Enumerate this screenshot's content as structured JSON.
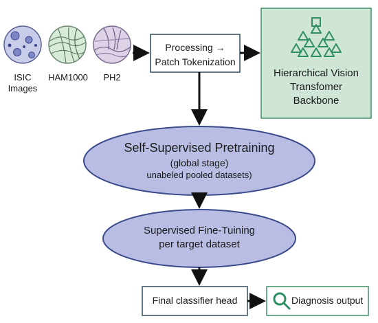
{
  "colors": {
    "ellipse_fill": "#b9bde3",
    "ellipse_stroke": "#3a4a8a",
    "backbone_fill": "#cfe6d6",
    "backbone_stroke": "#3d8f66",
    "triangle_stroke": "#2f8f64",
    "box_stroke": "#2e4a5a",
    "arrow": "#111111",
    "output_stroke": "#3d8f66",
    "magnifier": "#2f8f64"
  },
  "datasets": [
    {
      "label": "ISIC\nImages",
      "icon": "skin-lesion-cells-image"
    },
    {
      "label": "HAM1000",
      "icon": "skin-tissue-hair-image"
    },
    {
      "label": "PH2",
      "icon": "skin-layer-hair-image"
    }
  ],
  "processing": {
    "line1": "Processing",
    "line2": "Patch Tokenization",
    "arrow_glyph": "→"
  },
  "backbone": {
    "line1": "Hierarchical Vision",
    "line2": "Transfomer",
    "line3": "Backbone",
    "icon": "triangle-pyramid-icon"
  },
  "pretraining": {
    "title": "Self-Supervised Pretraining",
    "line2": "(global stage)",
    "line3": "unabeled pooled datasets)"
  },
  "finetuning": {
    "line1": "Supervised Fine-Tuining",
    "line2": "per target dataset"
  },
  "classifier": {
    "label": "Final classifier head"
  },
  "output": {
    "label": "Diagnosis output",
    "icon": "magnifier-icon"
  }
}
